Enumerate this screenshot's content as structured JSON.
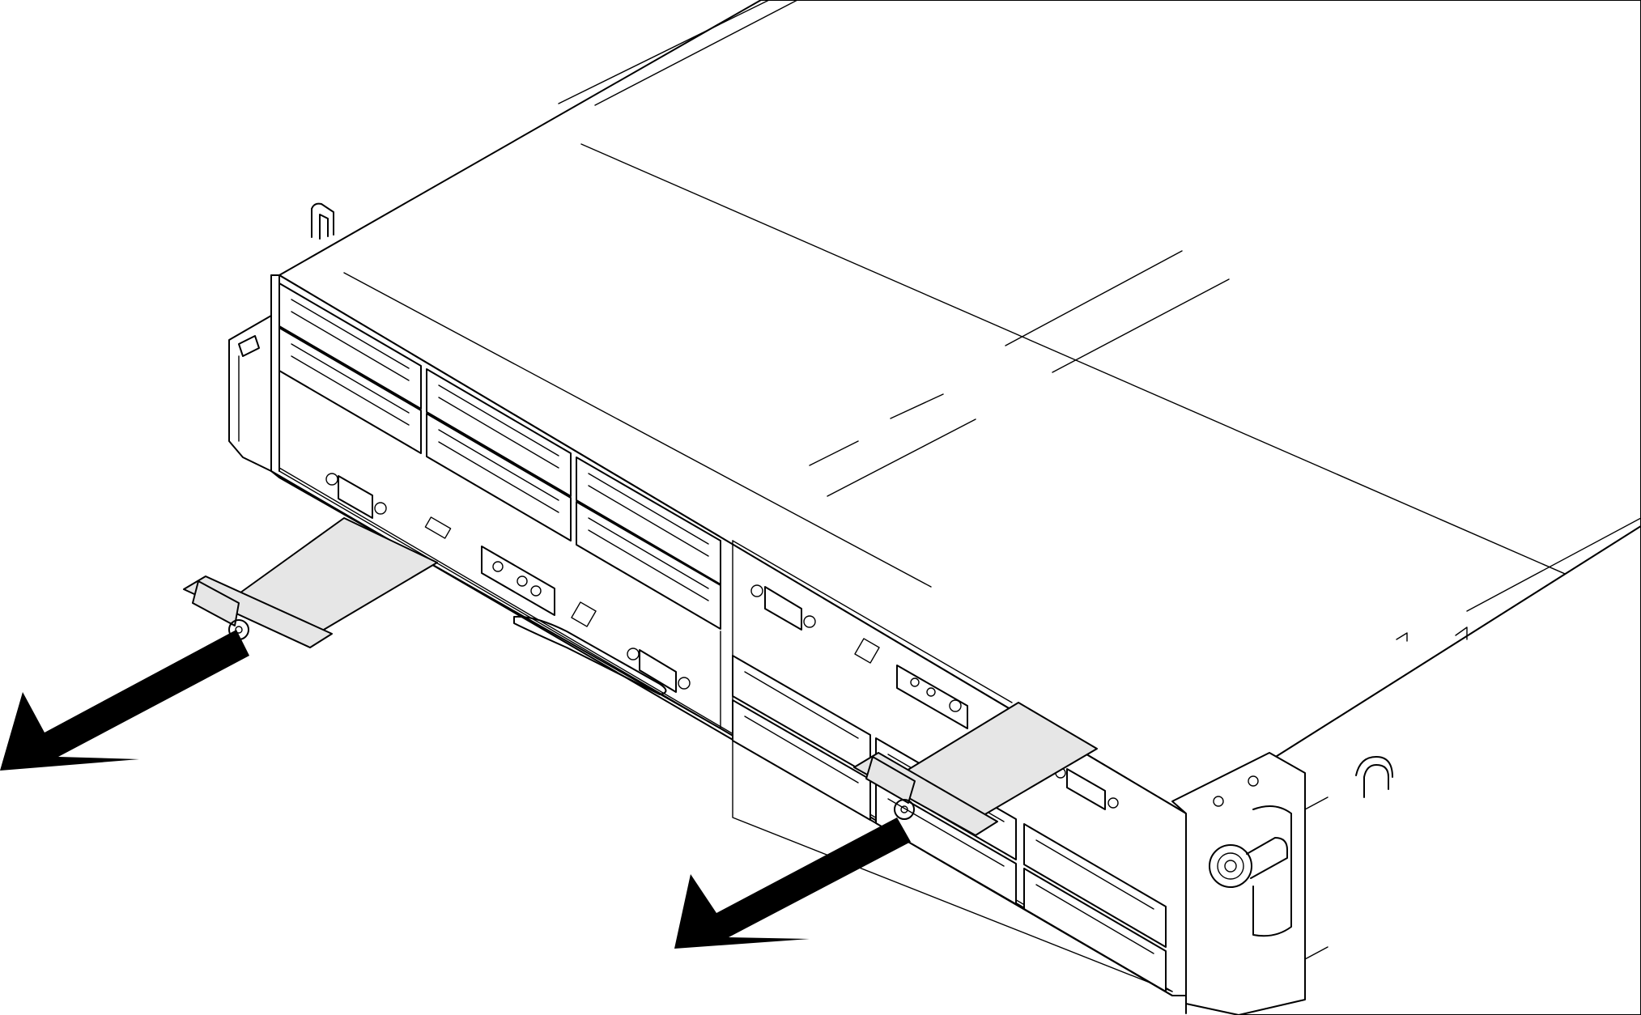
{
  "figure": {
    "kind": "line-illustration",
    "subject": "server-enclosure",
    "colors": {
      "line": "#000000",
      "background": "#ffffff",
      "pull_tab": "#e6e6e6",
      "arrow": "#000000"
    },
    "pull_tabs": 2,
    "arrows": 2,
    "arrow_direction": "lower-left",
    "drive_bays_per_node": 6
  }
}
